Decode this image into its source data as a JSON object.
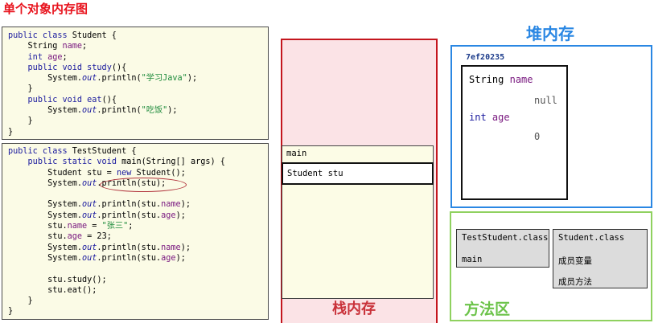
{
  "page_title": "单个对象内存图",
  "student_code": {
    "l1_kw": "public class",
    "l1_rest": " Student {",
    "l2_type": "String",
    "l2_field": "name",
    "l2_end": ";",
    "l3_type": "int",
    "l3_field": "age",
    "l3_end": ";",
    "l4_kw": "public void",
    "l4_method": "study",
    "l4_end": "(){",
    "l5_pre": "System.",
    "l5_out": "out",
    "l5_mid": ".println(",
    "l5_str": "\"学习Java\"",
    "l5_end": ");",
    "l6": "}",
    "l7_kw": "public void",
    "l7_method": "eat",
    "l7_end": "(){",
    "l8_pre": "System.",
    "l8_out": "out",
    "l8_mid": ".println(",
    "l8_str": "\"吃饭\"",
    "l8_end": ");",
    "l9": "}",
    "l10": "}"
  },
  "test_code": {
    "l1_kw": "public class",
    "l1_rest": " TestStudent {",
    "l2_kw": "public static void",
    "l2_rest": " main(String[] args) {",
    "l3_pre": "Student stu = ",
    "l3_new": "new",
    "l3_post": " Student();",
    "l4_pre": "System.",
    "l4_out": "out",
    "l4_post": ".println(stu);",
    "l5_pre": "System.",
    "l5_out": "out",
    "l5_mid": ".println(stu.",
    "l5_field": "name",
    "l5_end": ");",
    "l6_pre": "System.",
    "l6_out": "out",
    "l6_mid": ".println(stu.",
    "l6_field": "age",
    "l6_end": ");",
    "l7_pre": "stu.",
    "l7_field": "name",
    "l7_mid": " = ",
    "l7_str": "\"张三\"",
    "l7_end": ";",
    "l8_pre": "stu.",
    "l8_field": "age",
    "l8_end": " = 23;",
    "l9_pre": "System.",
    "l9_out": "out",
    "l9_mid": ".println(stu.",
    "l9_field": "name",
    "l9_end": ");",
    "l10_pre": "System.",
    "l10_out": "out",
    "l10_mid": ".println(stu.",
    "l10_field": "age",
    "l10_end": ");",
    "l11": "stu.study();",
    "l12": "stu.eat();",
    "l13": "}",
    "l14": "}"
  },
  "stack": {
    "title": "栈内存",
    "frame_name": "main",
    "variable": "Student stu"
  },
  "heap": {
    "title": "堆内存",
    "address": "7ef20235",
    "field1_type": "String",
    "field1_name": "name",
    "field1_value": "null",
    "field2_type": "int",
    "field2_name": "age",
    "field2_value": "0"
  },
  "method_area": {
    "title": "方法区",
    "class1_name": "TestStudent.class",
    "class1_member": "main",
    "class2_name": "Student.class",
    "class2_member1": "成员变量",
    "class2_member2": "成员方法"
  },
  "colors": {
    "title_red": "#e8121c",
    "stack_border": "#c4161e",
    "stack_fill": "#fbe3e6",
    "heap_blue": "#2a87e3",
    "method_green": "#8fd15f",
    "code_bg": "#fbfbe6"
  }
}
